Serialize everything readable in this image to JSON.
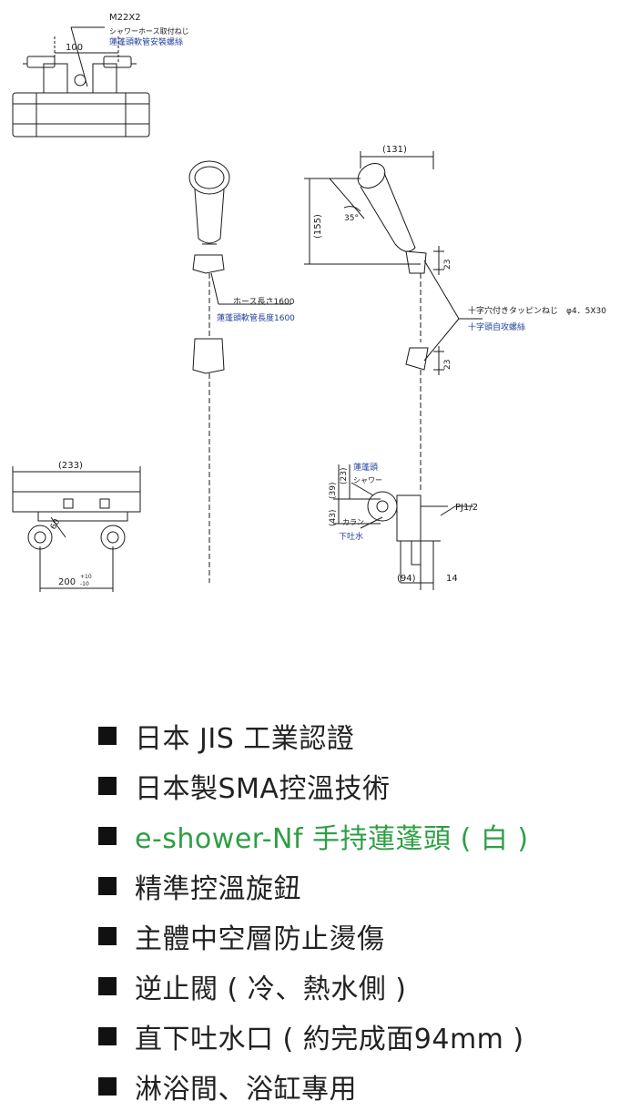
{
  "drawing": {
    "top_view": {
      "thread_label": "M22X2",
      "hose_label_ja": "シャワーホース取付ねじ",
      "hose_label_zh": "蓮蓬頭軟管安裝螺絲",
      "width_dim": "100"
    },
    "shower_head": {
      "hose_length_ja": "ホース長さ1600",
      "hose_length_zh": "蓮蓬頭軟管長度1600"
    },
    "side_view": {
      "width_dim": "(131)",
      "height_dim": "(155)",
      "angle": "35°",
      "screw_label_ja": "十字穴付きタッピンねじ　φ4．5X30",
      "screw_label_zh": "十字頭自攻螺絲",
      "spacing_top": "23",
      "spacing_bottom": "23"
    },
    "front_view": {
      "width_dim": "(233)",
      "angle_dim": "60",
      "center_dim": "200",
      "tol_plus": "+10",
      "tol_minus": "-10"
    },
    "outlet_view": {
      "dim_39": "(39)",
      "dim_23": "(23)",
      "dim_43": "(43)",
      "shower_zh": "蓮蓬頭",
      "shower_ja": "シャワー",
      "spout_ja": "カラン",
      "spout_zh": "下吐水",
      "pipe_label": "PJ1/2",
      "depth_dim": "(94)",
      "offset_dim": "14"
    },
    "colors": {
      "line": "#1a1a1a",
      "annotation_blue": "#1f3f9e"
    }
  },
  "features": [
    {
      "text": "日本 JIS 工業認證",
      "highlight": false
    },
    {
      "text": "日本製SMA控溫技術",
      "highlight": false
    },
    {
      "text": "e-shower-Nf 手持蓮蓬頭 ( 白 )",
      "highlight": true
    },
    {
      "text": "精準控溫旋鈕",
      "highlight": false
    },
    {
      "text": "主體中空層防止燙傷",
      "highlight": false
    },
    {
      "text": "逆止閥 ( 冷、熱水側 )",
      "highlight": false
    },
    {
      "text": "直下吐水口 ( 約完成面94mm )",
      "highlight": false
    },
    {
      "text": "淋浴間、浴缸專用",
      "highlight": false
    }
  ],
  "accent_color": "#2e9e45"
}
